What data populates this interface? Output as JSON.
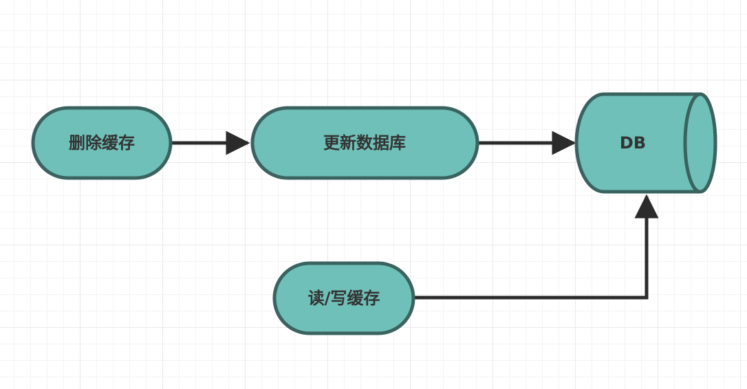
{
  "colors": {
    "node_fill": "#6fc0b8",
    "node_stroke": "#3a6360",
    "edge": "#2b2b2b",
    "label": "#333333"
  },
  "nodes": {
    "delete_cache": {
      "label": "删除缓存"
    },
    "update_db": {
      "label": "更新数据库"
    },
    "read_write_cache": {
      "label": "读/写缓存"
    },
    "db": {
      "label": "DB"
    }
  },
  "edges": [
    {
      "from": "delete_cache",
      "to": "update_db"
    },
    {
      "from": "update_db",
      "to": "db"
    },
    {
      "from": "read_write_cache",
      "to": "db"
    }
  ]
}
